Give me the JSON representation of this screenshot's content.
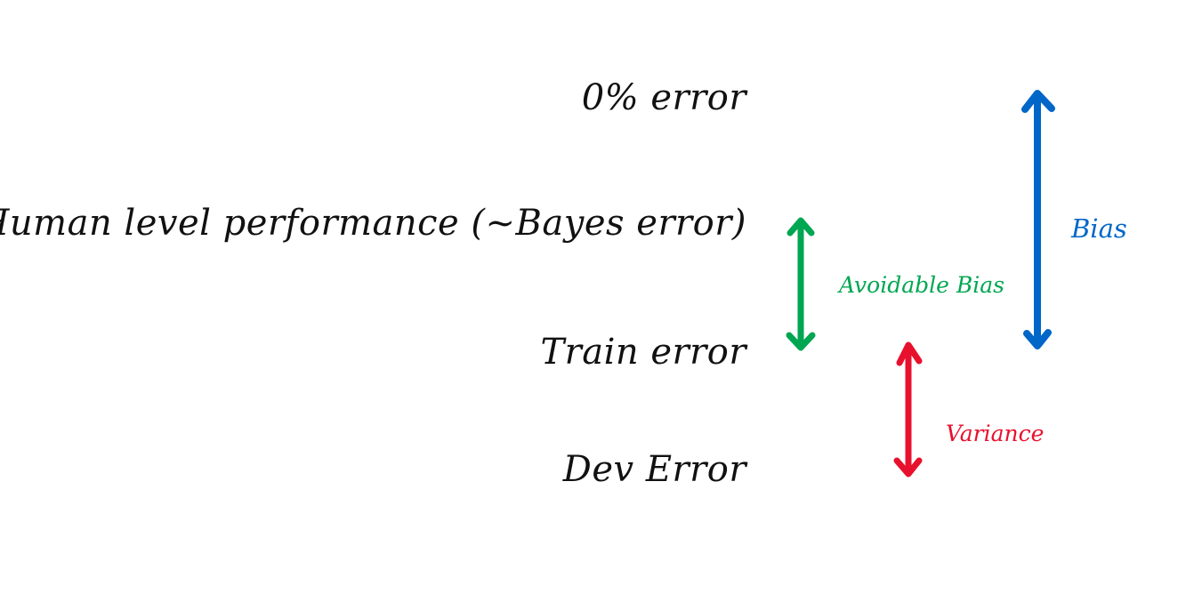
{
  "levels": {
    "zero_error": "0% error",
    "human_level": "Human level performance (~Bayes error)",
    "train_error": "Train error",
    "dev_error": "Dev Error"
  },
  "arrows": {
    "avoidable_bias": {
      "label": "Avoidable Bias",
      "color": "#00a651"
    },
    "bias": {
      "label": "Bias",
      "color": "#0066c8"
    },
    "variance": {
      "label": "Variance",
      "color": "#e8112d"
    }
  }
}
